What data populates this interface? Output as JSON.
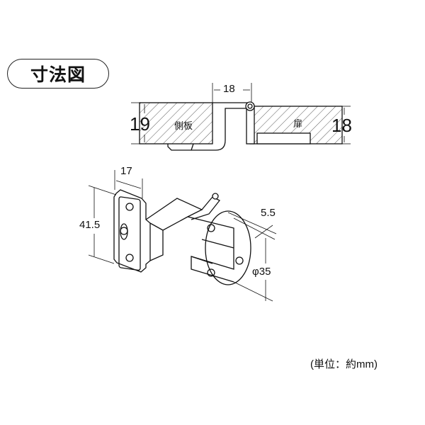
{
  "title": "寸法図",
  "section_view": {
    "side_panel_label": "側板",
    "door_label": "扉",
    "offset_dim": "18",
    "side_panel_thickness": "19",
    "door_thickness": "18"
  },
  "hinge_view": {
    "width_dim": "17",
    "height_dim": "41.5",
    "cup_depth_dim": "5.5",
    "cup_diameter_dim": "φ35"
  },
  "unit_note": "(単位：約mm)"
}
